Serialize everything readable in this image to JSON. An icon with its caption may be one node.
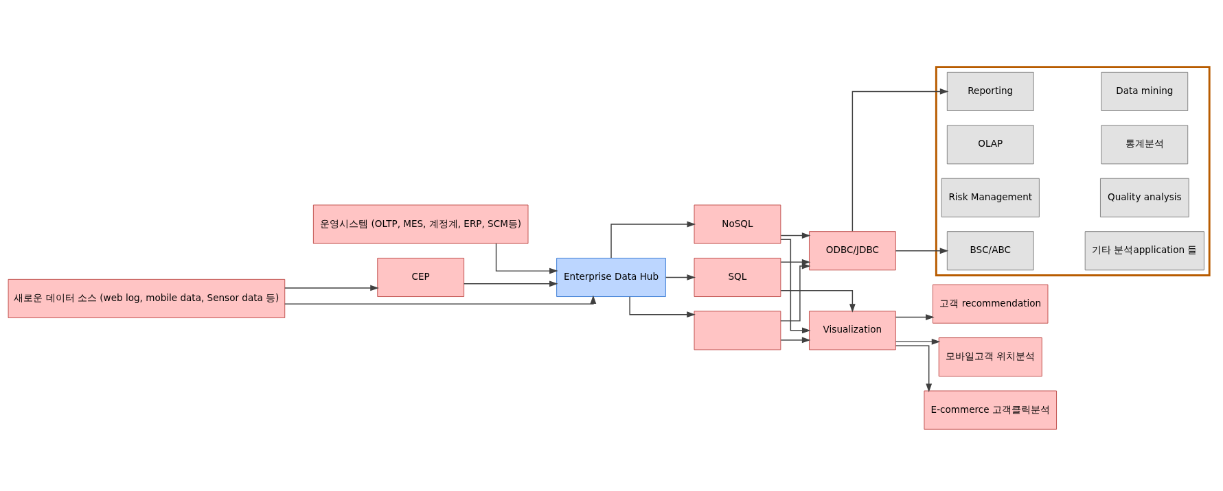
{
  "diagram": {
    "nodes": [
      {
        "text": [
          "운영시스템 (OLTP, MES, 계정계, ERP, SCM등)"
        ]
      },
      {
        "text": [
          "새로운 데이터 소스 (web log, mobile data, Sensor data 등)"
        ]
      },
      {
        "text": [
          "Enterprise Data Hub"
        ]
      },
      {
        "text": [
          "CEP"
        ]
      },
      {
        "text": [
          "SQL"
        ]
      },
      {
        "text": [],
        "shape": "box"
      },
      {
        "text": [
          "NoSQL"
        ]
      },
      {
        "text": [
          "ODBC/JDBC"
        ]
      },
      {
        "text": [
          "Visualization"
        ]
      },
      {
        "text": [],
        "shape": "box"
      },
      {
        "text": [
          "Reporting"
        ],
        "in": 9
      },
      {
        "text": [
          "Data mining"
        ],
        "in": 9
      },
      {
        "text": [
          "OLAP"
        ],
        "in": 9
      },
      {
        "text": [
          "통계분석"
        ],
        "in": 9
      },
      {
        "text": [
          "Risk Management"
        ],
        "in": 9
      },
      {
        "text": [
          "Quality analysis"
        ],
        "in": 9
      },
      {
        "text": [
          "BSC/ABC"
        ],
        "in": 9
      },
      {
        "text": [
          "기타 분석application 들"
        ],
        "in": 9
      },
      {
        "text": [
          "E-commerce 고객클릭분석"
        ]
      },
      {
        "text": [
          "고객 recommendation"
        ]
      },
      {
        "text": [
          "모바일고객 위치분석"
        ]
      }
    ],
    "edges": [
      {
        "from": 0,
        "to": 2,
        "arrow": "to"
      },
      {
        "from": 1,
        "to": 2,
        "arrow": "to"
      },
      {
        "from": 1,
        "to": 3,
        "arrow": "to"
      },
      {
        "from": 3,
        "to": 2,
        "arrow": "to"
      },
      {
        "from": 2,
        "to": 4,
        "arrow": "to"
      },
      {
        "from": 2,
        "to": 5,
        "arrow": "to"
      },
      {
        "from": 2,
        "to": 6,
        "arrow": "to"
      },
      {
        "from": 4,
        "to": 7,
        "arrow": "to"
      },
      {
        "from": 5,
        "to": 7,
        "arrow": "to"
      },
      {
        "from": 6,
        "to": 7,
        "arrow": "to"
      },
      {
        "from": 4,
        "to": 8,
        "arrow": "to"
      },
      {
        "from": 5,
        "to": 8,
        "arrow": "to"
      },
      {
        "from": 6,
        "to": 8,
        "arrow": "to"
      },
      {
        "from": 7,
        "to": 10,
        "arrow": "to"
      },
      {
        "from": 7,
        "to": 16,
        "arrow": "to"
      },
      {
        "from": 8,
        "to": 18,
        "arrow": "to"
      },
      {
        "from": 8,
        "to": 19,
        "arrow": "to"
      },
      {
        "from": 8,
        "to": 20,
        "arrow": "to"
      }
    ]
  }
}
